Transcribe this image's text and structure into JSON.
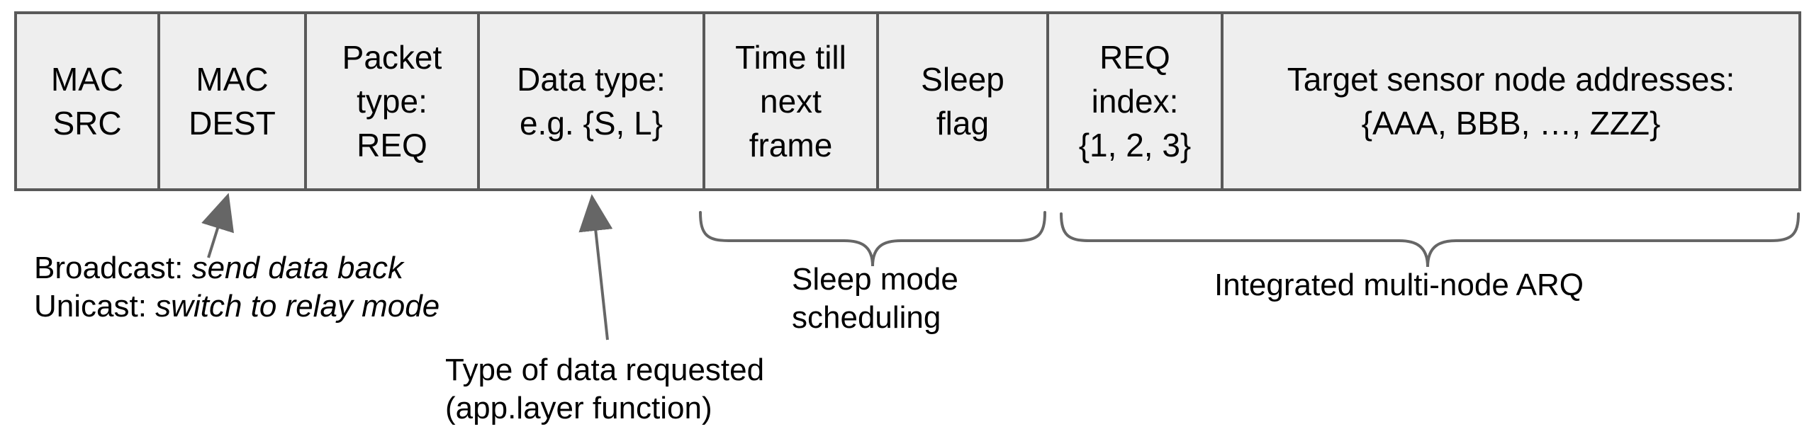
{
  "packet": {
    "fields": [
      {
        "name": "mac-src",
        "lines": [
          "MAC",
          "SRC"
        ]
      },
      {
        "name": "mac-dest",
        "lines": [
          "MAC",
          "DEST"
        ]
      },
      {
        "name": "packet-type",
        "lines": [
          "Packet",
          "type:",
          "REQ"
        ]
      },
      {
        "name": "data-type",
        "lines": [
          "Data type:",
          "e.g. {S, L}"
        ]
      },
      {
        "name": "time-till-next-frame",
        "lines": [
          "Time till",
          "next",
          "frame"
        ]
      },
      {
        "name": "sleep-flag",
        "lines": [
          "Sleep",
          "flag"
        ]
      },
      {
        "name": "req-index",
        "lines": [
          "REQ",
          "index:",
          "{1, 2, 3}"
        ]
      },
      {
        "name": "target-addresses",
        "lines": [
          "Target sensor node addresses:",
          "{AAA, BBB, …, ZZZ}"
        ]
      }
    ]
  },
  "annotations": {
    "mac_dest_note": {
      "line1_prefix": "Broadcast: ",
      "line1_italic": "send data back",
      "line2_prefix": "Unicast: ",
      "line2_italic": "switch to relay mode"
    },
    "data_type_note": {
      "line1": "Type of data requested",
      "line2": "(app.layer function)"
    },
    "sleep_brace_label": {
      "line1": "Sleep mode",
      "line2": "scheduling"
    },
    "arq_brace_label": "Integrated multi-node ARQ"
  },
  "colors": {
    "cell_fill": "#eeeeee",
    "table_border": "#595959",
    "annotation_stroke": "#666666",
    "text": "#000000"
  }
}
